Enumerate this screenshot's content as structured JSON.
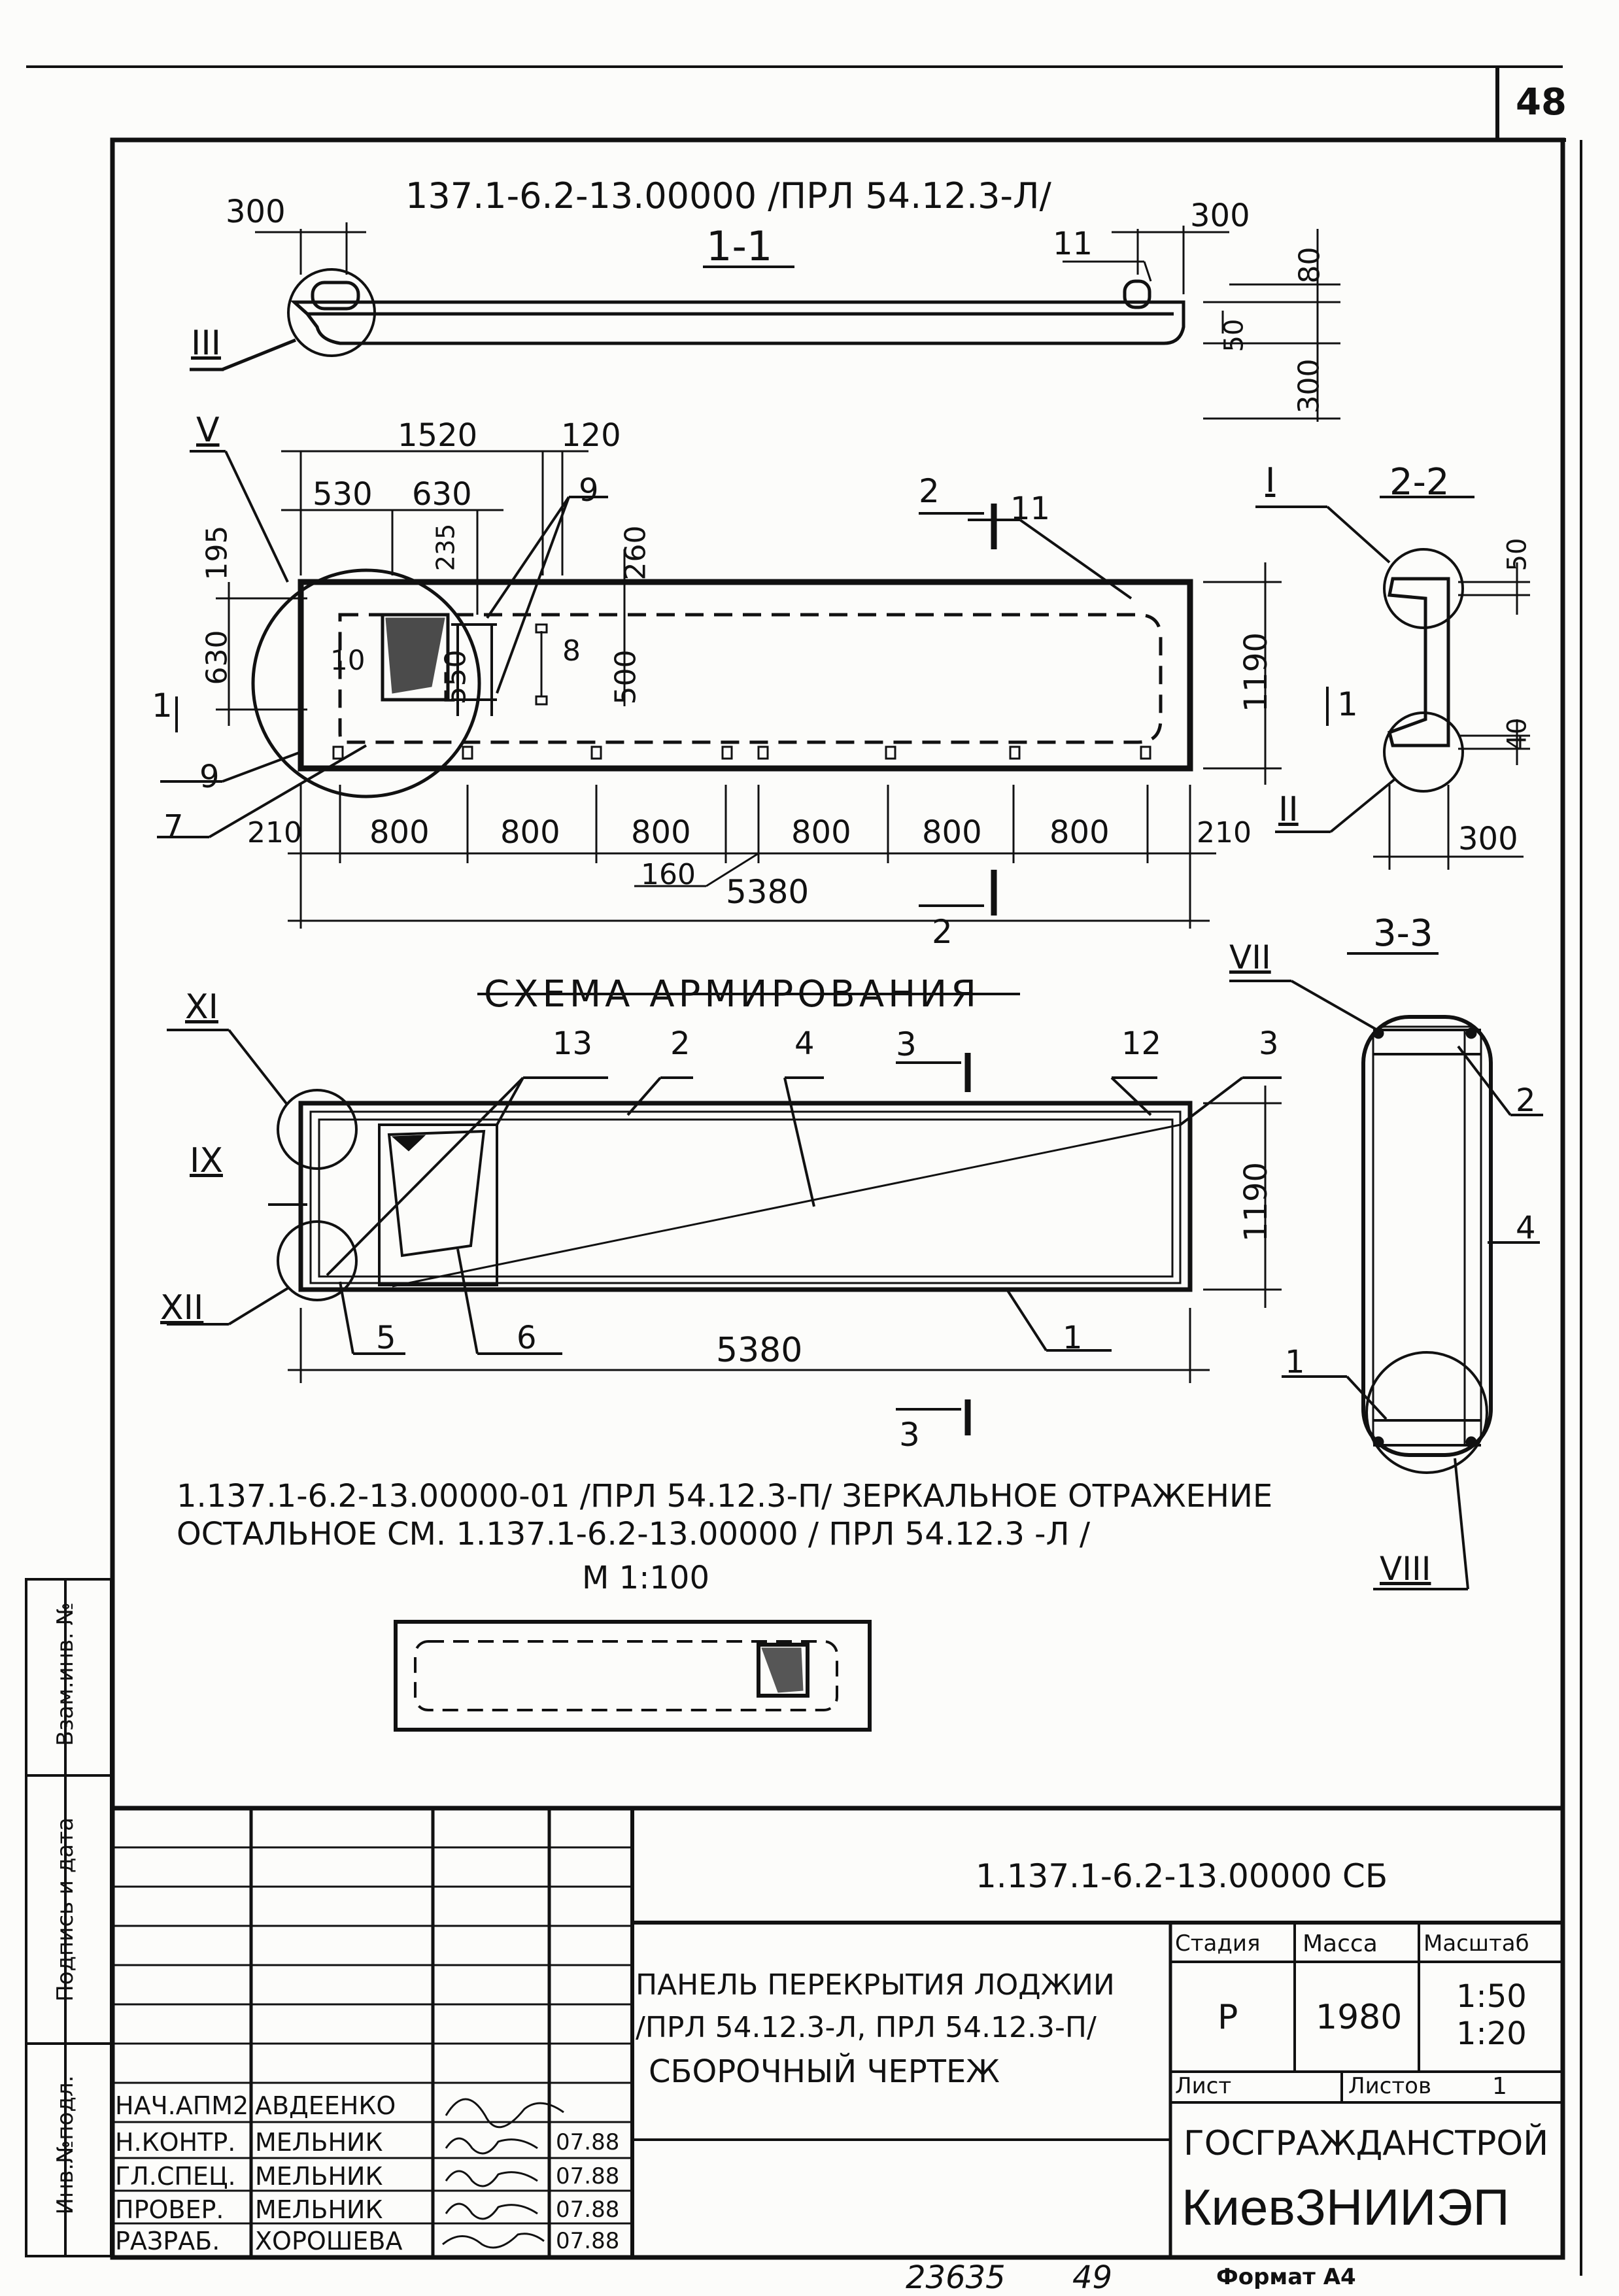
{
  "sheet_number": "48",
  "top": {
    "designation": "137.1-6.2-13.00000 /ПРЛ 54.12.3-Л/",
    "section_1_1": "1-1",
    "dims": {
      "left_300": "300",
      "right_300": "300",
      "d80": "80",
      "d50": "50",
      "d300v": "300"
    },
    "callouts": {
      "III": "III",
      "n11": "11"
    }
  },
  "plan": {
    "dims_top": {
      "d1520": "1520",
      "d120": "120",
      "d530": "530",
      "d630": "630",
      "d235": "235",
      "d260": "260"
    },
    "dims_left": {
      "d195": "195",
      "d630v": "630",
      "d550": "550",
      "d500": "500"
    },
    "dims_right": {
      "d1190": "1190"
    },
    "dims_bottom": [
      "210",
      "800",
      "800",
      "800",
      "800",
      "800",
      "800",
      "210"
    ],
    "d160": "160",
    "d5380": "5380",
    "callouts": {
      "V": "V",
      "n9a": "9",
      "n9b": "9",
      "n10": "10",
      "n8": "8",
      "n7": "7",
      "n11": "11",
      "n2": "2",
      "n1": "1"
    }
  },
  "section_2_2": {
    "title": "2-2",
    "callouts": {
      "I": "I",
      "II": "II"
    },
    "dims": {
      "d50": "50",
      "d40": "40",
      "d300": "300"
    }
  },
  "reinforcement": {
    "title": "СХЕМА АРМИРОВАНИЯ",
    "callouts": {
      "XI": "XI",
      "IX": "IX",
      "XII": "XII",
      "n13": "13",
      "n2": "2",
      "n4": "4",
      "n3": "3",
      "n12": "12",
      "n3b": "3",
      "n5": "5",
      "n6": "6",
      "n1": "1"
    },
    "d1190": "1190",
    "d5380": "5380",
    "section_mark": "3"
  },
  "section_3_3": {
    "title": "3-3",
    "callouts": {
      "VII": "VII",
      "VIII": "VIII",
      "n2": "2",
      "n4": "4",
      "n1": "1"
    }
  },
  "notes": {
    "line1": "1.137.1-6.2-13.00000-01 /ПРЛ 54.12.3-П/ ЗЕРКАЛЬНОЕ ОТРАЖЕНИЕ",
    "line2": "ОСТАЛЬНОЕ СМ. 1.137.1-6.2-13.00000 / ПРЛ 54.12.3 -Л /",
    "scale": "М 1:100"
  },
  "side_stamp": {
    "vzam": "Взам.инв. №",
    "podpis": "Подпись и дата",
    "inv": "Инв.№подл."
  },
  "title_block": {
    "doc_code": "1.137.1-6.2-13.00000 СБ",
    "name_line1": "ПАНЕЛЬ ПЕРЕКРЫТИЯ ЛОДЖИИ",
    "name_line2": "/ПРЛ 54.12.3-Л, ПРЛ 54.12.3-П/",
    "name_line3": "СБОРОЧНЫЙ ЧЕРТЕЖ",
    "col_stage": "Стадия",
    "col_mass": "Масса",
    "col_scale": "Масштаб",
    "stage": "Р",
    "mass": "1980",
    "scale1": "1:50",
    "scale2": "1:20",
    "sheet_label": "Лист",
    "sheets_label": "Листов",
    "sheets_count": "1",
    "org1": "ГОСГРАЖДАНСТРОЙ",
    "org2": "КиевЗНИИЭП",
    "signatures": [
      {
        "role": "НАЧ.АПМ2",
        "name": "АВДЕЕНКО",
        "date": ""
      },
      {
        "role": "Н.КОНТР.",
        "name": "МЕЛЬНИК",
        "date": "07.88"
      },
      {
        "role": "ГЛ.СПЕЦ.",
        "name": "МЕЛЬНИК",
        "date": "07.88"
      },
      {
        "role": "ПРОВЕР.",
        "name": "МЕЛЬНИК",
        "date": "07.88"
      },
      {
        "role": "РАЗРАБ.",
        "name": "ХОРОШЕВА",
        "date": "07.88"
      }
    ]
  },
  "footer": {
    "archive_no": "23635",
    "page": "49",
    "format": "Формат А4"
  }
}
